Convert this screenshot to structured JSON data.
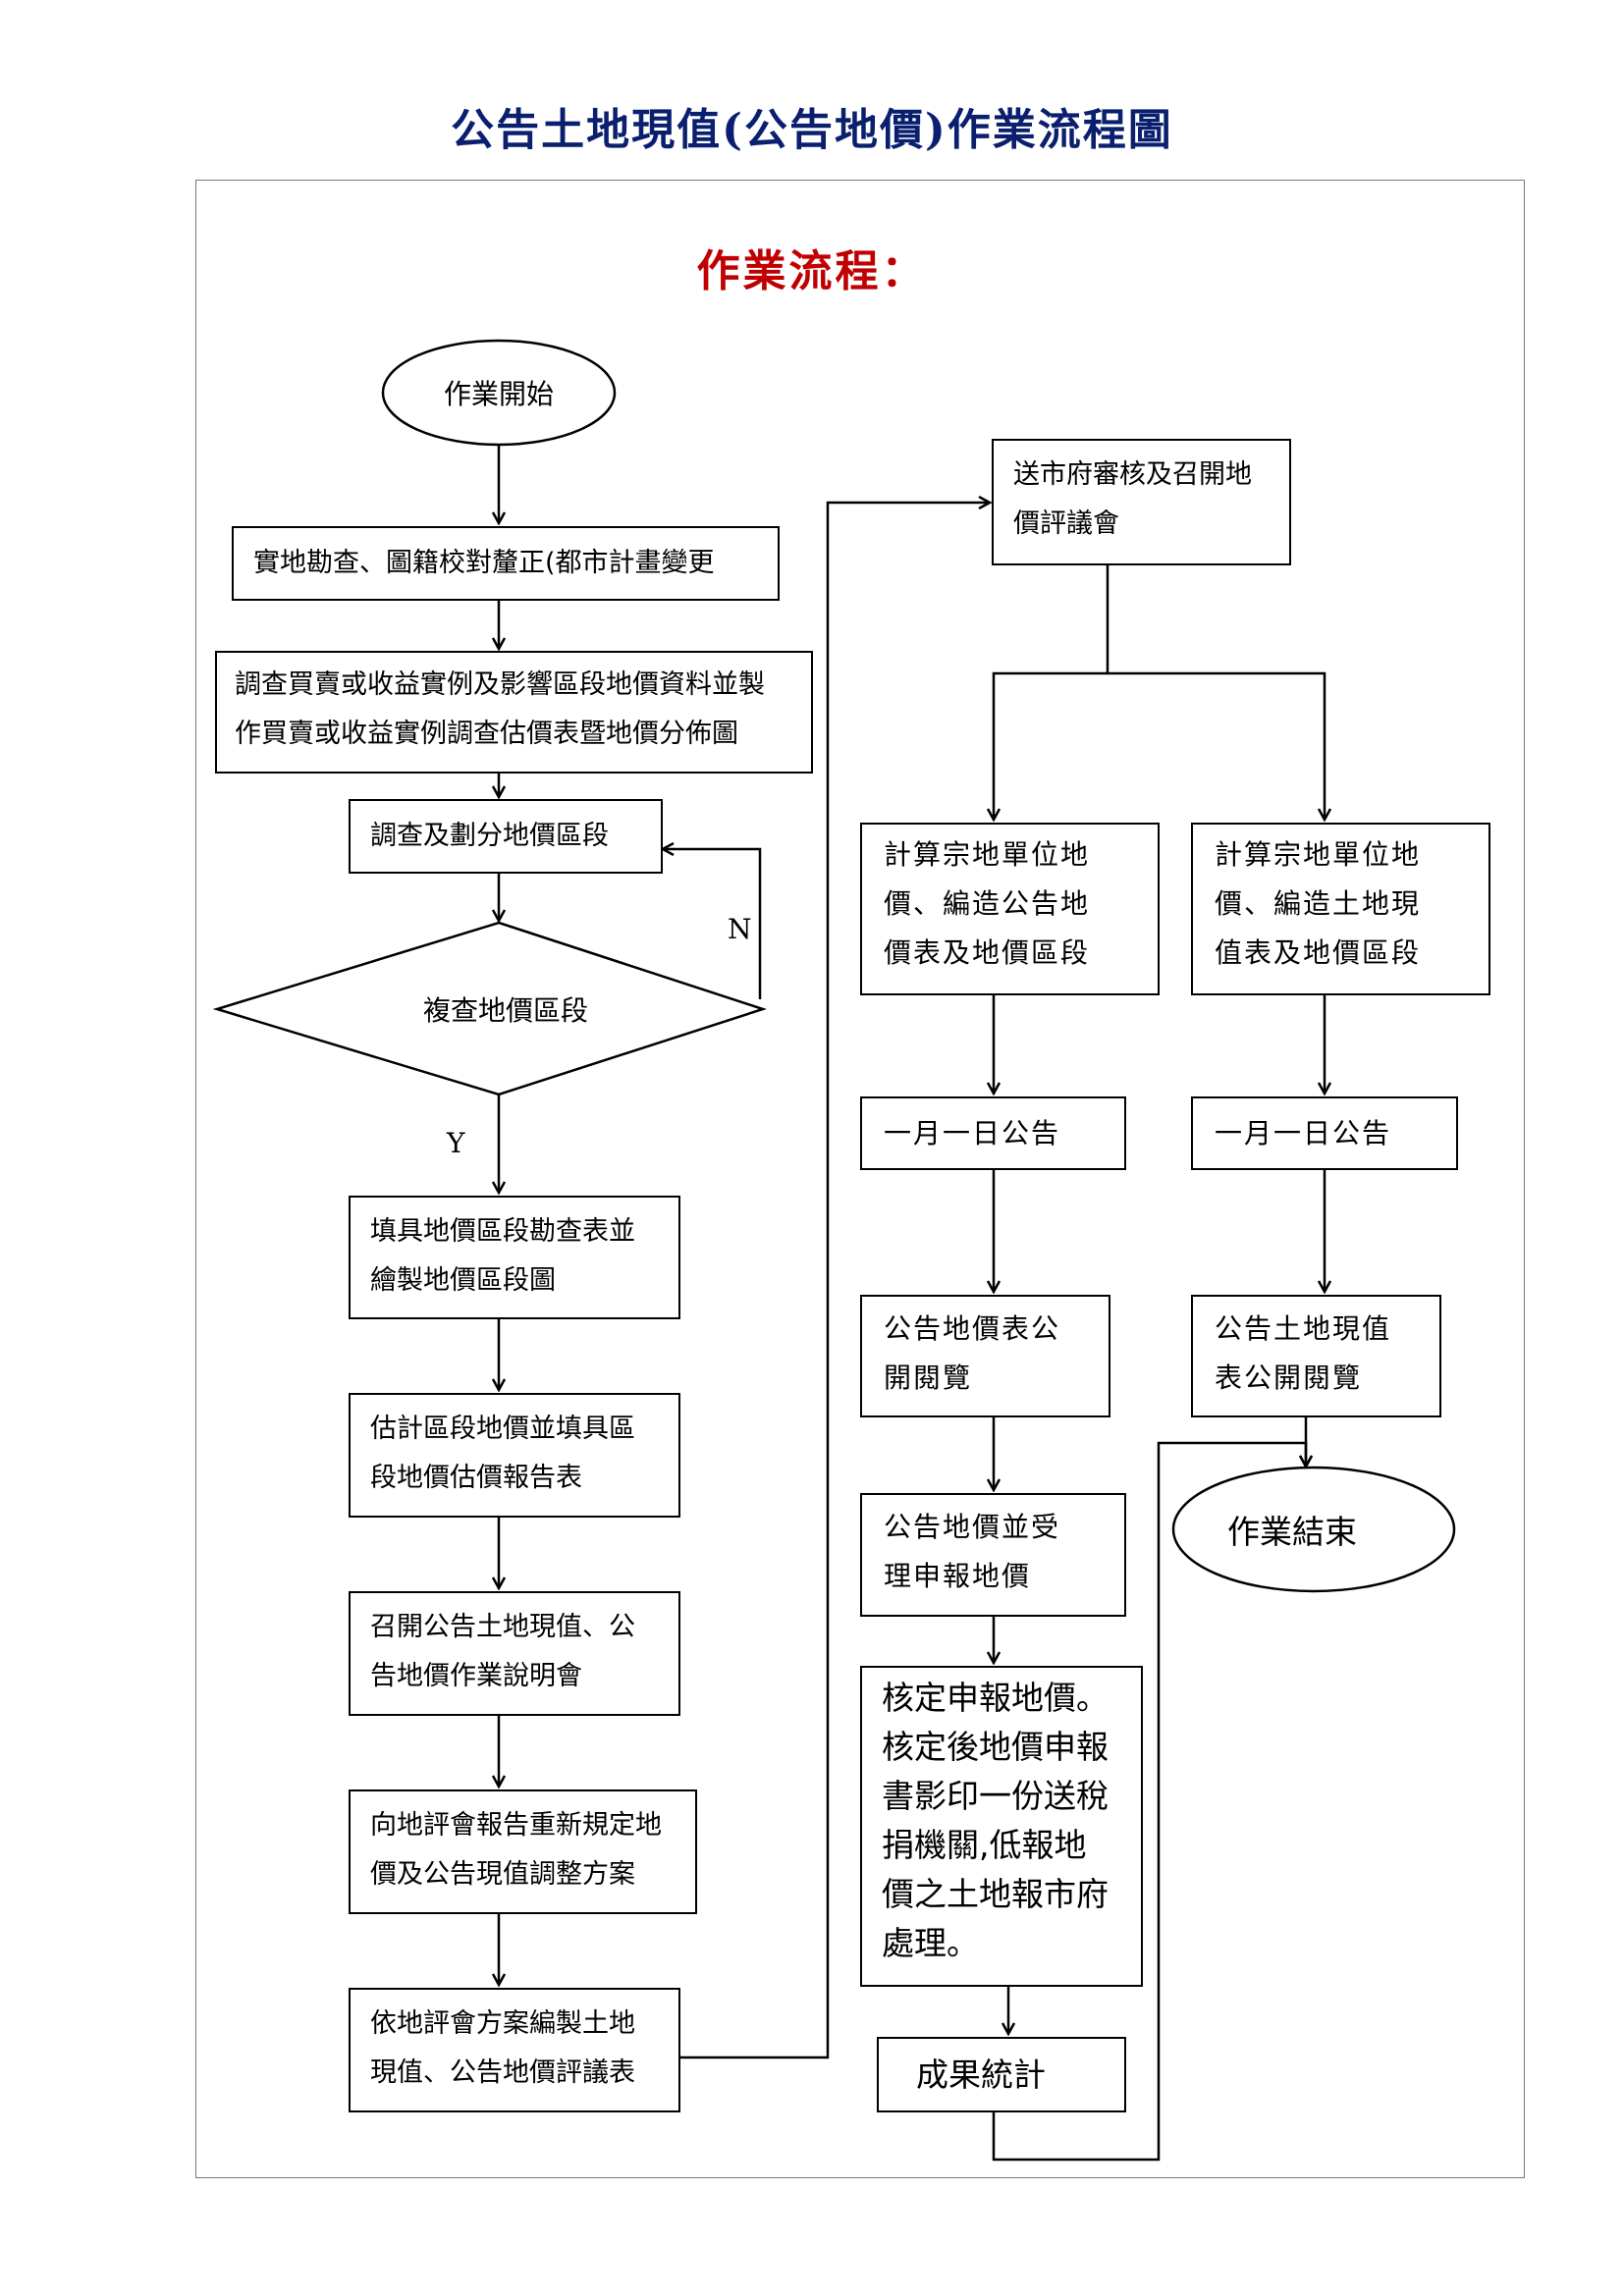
{
  "title": "公告土地現值(公告地價)作業流程圖",
  "section_title": "作業流程：",
  "nodes": {
    "start": "作業開始",
    "n1": "實地勘查、圖籍校對釐正(都市計畫變更",
    "n2": "調查買賣或收益實例及影響區段地價資料並製\n作買賣或收益實例調查估價表暨地價分佈圖",
    "n3": "調查及劃分地價區段",
    "decision": "複查地價區段",
    "n4": "填具地價區段勘查表並\n繪製地價區段圖",
    "n5": "估計區段地價並填具區\n段地價估價報告表",
    "n6": "召開公告土地現值、公\n告地價作業說明會",
    "n7": "向地評會報告重新規定地\n價及公告現值調整方案",
    "n8": "依地評會方案編製土地\n現值、公告地價評議表",
    "n9": "送市府審核及召開地\n價評議會",
    "left_calc": "計算宗地單位地\n價、編造公告地\n價表及地價區段",
    "right_calc": "計算宗地單位地\n價、編造土地現\n值表及地價區段",
    "left_announce": "一月一日公告",
    "right_announce": "一月一日公告",
    "left_public": "公告地價表公\n開閱覽",
    "right_public": "公告土地現值\n表公開閱覽",
    "declare": "公告地價並受\n理申報地價",
    "verify": "核定申報地價。\n核定後地價申報\n書影印一份送稅\n捐機關,低報地\n價之土地報市府\n處理。",
    "stats": "成果統計",
    "end": "作業結束"
  },
  "branch_labels": {
    "no": "N",
    "yes": "Y"
  }
}
